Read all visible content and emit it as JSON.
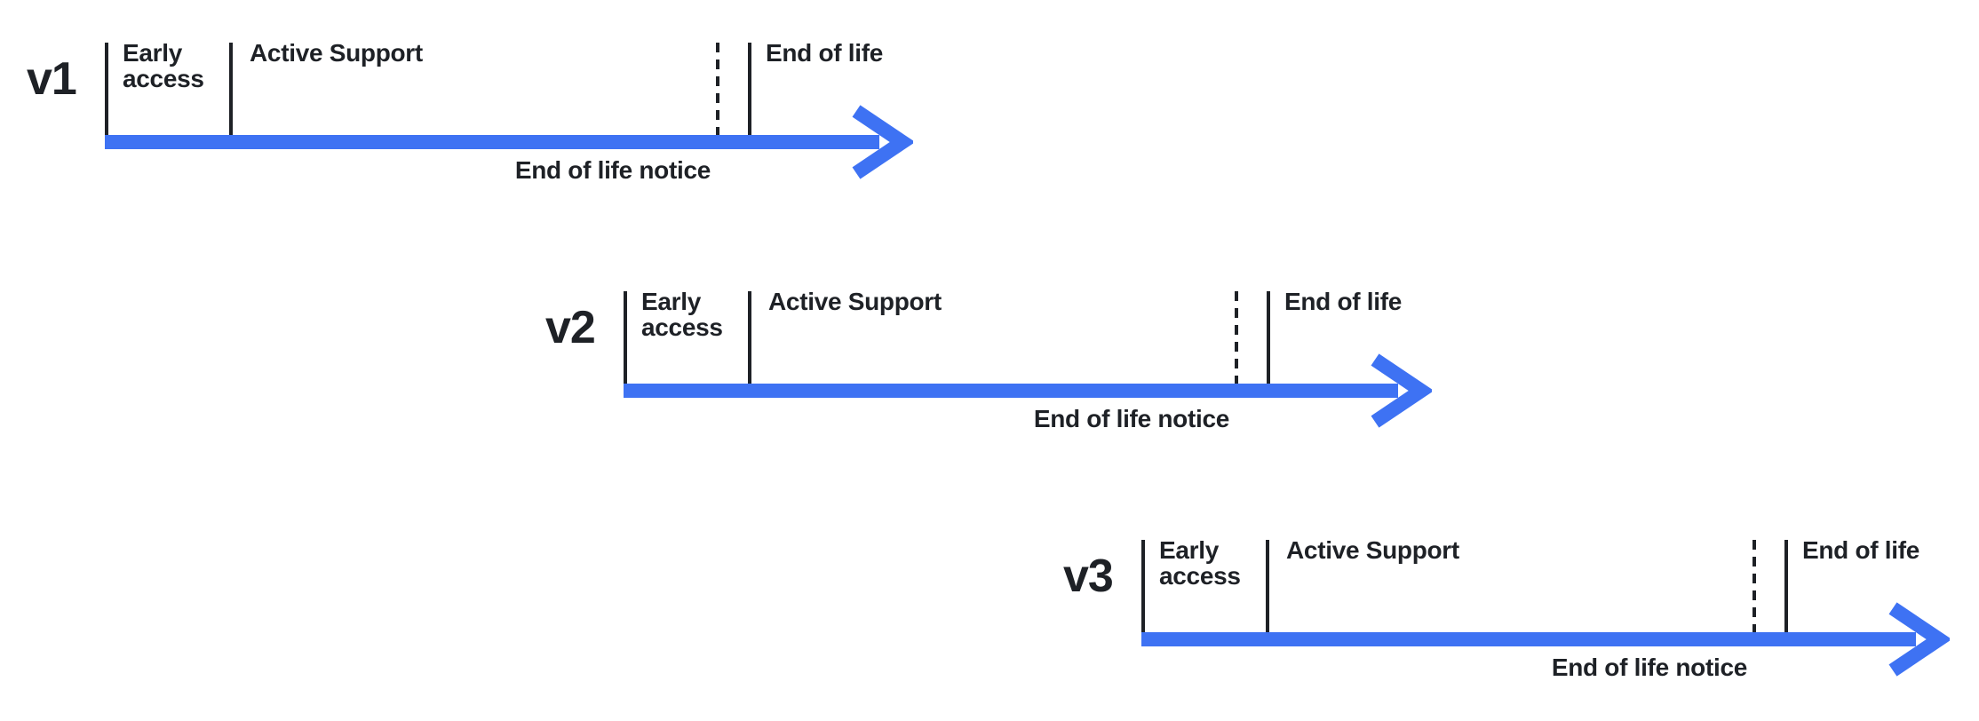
{
  "diagram": {
    "colors": {
      "arrow": "#3E72F3",
      "ink": "#1E2126",
      "background": "#FFFFFF"
    },
    "timelines": [
      {
        "version": "v1",
        "phases": {
          "early_access": "Early access",
          "active_support": "Active Support",
          "end_of_life": "End of life"
        },
        "annotation": "End of life notice"
      },
      {
        "version": "v2",
        "phases": {
          "early_access": "Early access",
          "active_support": "Active Support",
          "end_of_life": "End of life"
        },
        "annotation": "End of life notice"
      },
      {
        "version": "v3",
        "phases": {
          "early_access": "Early access",
          "active_support": "Active Support",
          "end_of_life": "End of life"
        },
        "annotation": "End of life notice"
      }
    ]
  }
}
